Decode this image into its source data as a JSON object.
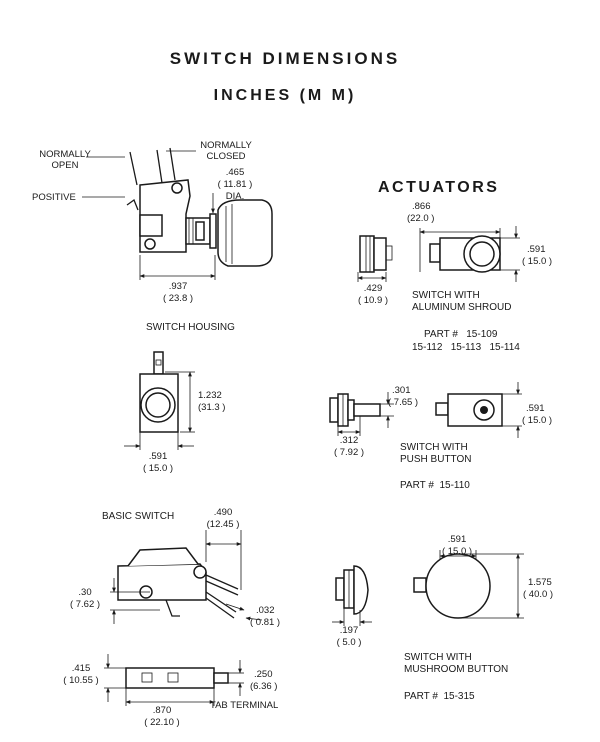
{
  "header": {
    "title": "SWITCH DIMENSIONS",
    "subtitle": "INCHES (M M)"
  },
  "switch_housing": {
    "label_normally_open": "NORMALLY\nOPEN",
    "label_normally_closed": "NORMALLY\nCLOSED",
    "label_positive": "POSITIVE",
    "dia_in": ".465",
    "dia_mm": "( 11.81 )",
    "dia_label": "DIA.",
    "width_in": ".937",
    "width_mm": "( 23.8 )",
    "caption": "SWITCH HOUSING",
    "height_in": "1.232",
    "height_mm": "(31.3 )",
    "front_width_in": ".591",
    "front_width_mm": "( 15.0 )"
  },
  "basic_switch": {
    "caption": "BASIC SWITCH",
    "tab_len_in": ".490",
    "tab_len_mm": "(12.45 )",
    "pin_height_in": ".30",
    "pin_height_mm": "( 7.62 )",
    "tab_thick_in": ".032",
    "tab_thick_mm": "( 0.81 )",
    "depth_in": ".415",
    "depth_mm": "( 10.55 )",
    "tab_width_in": ".250",
    "tab_width_mm": "(6.36 )",
    "length_in": ".870",
    "length_mm": "( 22.10 )",
    "tab_terminal": "TAB TERMINAL"
  },
  "actuators": {
    "heading": "ACTUATORS",
    "aluminum": {
      "length_in": ".866",
      "length_mm": "(22.0 )",
      "height_in": ".591",
      "height_mm": "( 15.0 )",
      "side_in": ".429",
      "side_mm": "( 10.9 )",
      "caption": "SWITCH WITH\nALUMINUM SHROUD",
      "parts_1": "PART #   15-109",
      "parts_2": "15-112   15-113   15-114"
    },
    "push": {
      "travel_in": ".301",
      "travel_mm": "( 7.65 )",
      "button_in": ".312",
      "button_mm": "( 7.92 )",
      "height_in": ".591",
      "height_mm": "( 15.0 )",
      "caption": "SWITCH WITH\nPUSH BUTTON",
      "parts": "PART #  15-110"
    },
    "mushroom": {
      "width_in": ".591",
      "width_mm": "( 15.0 )",
      "diameter_in": "1.575",
      "diameter_mm": "( 40.0 )",
      "side_in": ".197",
      "side_mm": "( 5.0 )",
      "caption": "SWITCH WITH\nMUSHROOM BUTTON",
      "parts": "PART #  15-315"
    }
  }
}
